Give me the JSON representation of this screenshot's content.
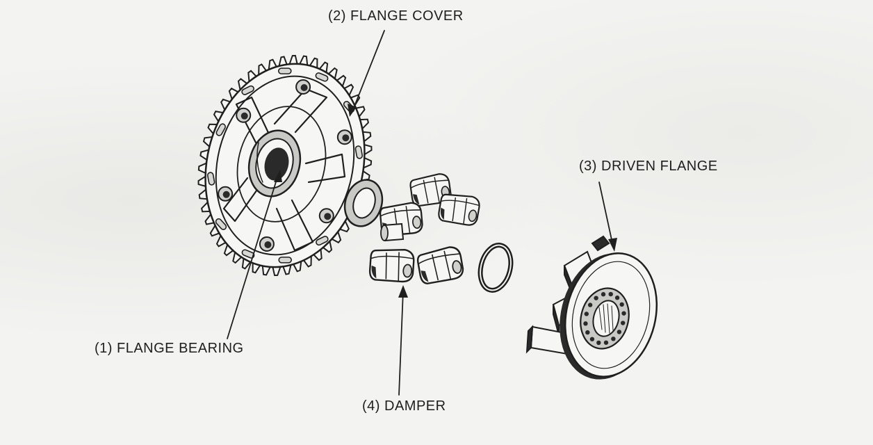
{
  "callouts": {
    "flange_bearing": "(1) FLANGE BEARING",
    "flange_cover": "(2) FLANGE COVER",
    "driven_flange": "(3) DRIVEN FLANGE",
    "damper": "(4) DAMPER"
  },
  "colors": {
    "background": "#f3f3f1",
    "ink": "#1f1f1f",
    "shade": "#c9c9c6"
  }
}
